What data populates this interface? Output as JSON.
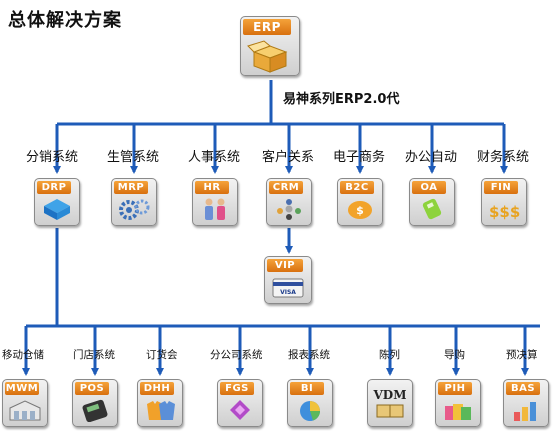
{
  "title": "总体解决方案",
  "erp": {
    "tag": "ERP",
    "caption": "易神系列ERP2.0代"
  },
  "row1": [
    {
      "label": "分销系统",
      "tag": "DRP",
      "icon": "drp-icon"
    },
    {
      "label": "生管系统",
      "tag": "MRP",
      "icon": "gears-icon"
    },
    {
      "label": "人事系统",
      "tag": "HR",
      "icon": "people-icon"
    },
    {
      "label": "客户关系",
      "tag": "CRM",
      "icon": "crm-icon"
    },
    {
      "label": "电子商务",
      "tag": "B2C",
      "icon": "ecommerce-icon"
    },
    {
      "label": "办公自动",
      "tag": "OA",
      "icon": "office-icon"
    },
    {
      "label": "财务系统",
      "tag": "FIN",
      "icon": "money-icon"
    }
  ],
  "vip": {
    "tag": "VIP",
    "card_text": "VISA"
  },
  "row2": [
    {
      "label": "移动仓储",
      "tag": "MWM",
      "icon": "warehouse-icon"
    },
    {
      "label": "门店系统",
      "tag": "POS",
      "icon": "pos-terminal-icon"
    },
    {
      "label": "订货会",
      "tag": "DHH",
      "icon": "clothes-icon"
    },
    {
      "label": "分公司系统",
      "tag": "FGS",
      "icon": "branch-icon"
    },
    {
      "label": "报表系统",
      "tag": "BI",
      "icon": "pie-chart-icon"
    },
    {
      "label": "陈列",
      "tag": "VDM",
      "icon": "vdm-icon"
    },
    {
      "label": "导购",
      "tag": "PIH",
      "icon": "shopping-bags-icon"
    },
    {
      "label": "预决算",
      "tag": "BAS",
      "icon": "bar-chart-icon"
    }
  ],
  "colors": {
    "connector": "#1e5bb8",
    "tag_orange": "#e8841f",
    "plate": "#dcdcdc"
  }
}
